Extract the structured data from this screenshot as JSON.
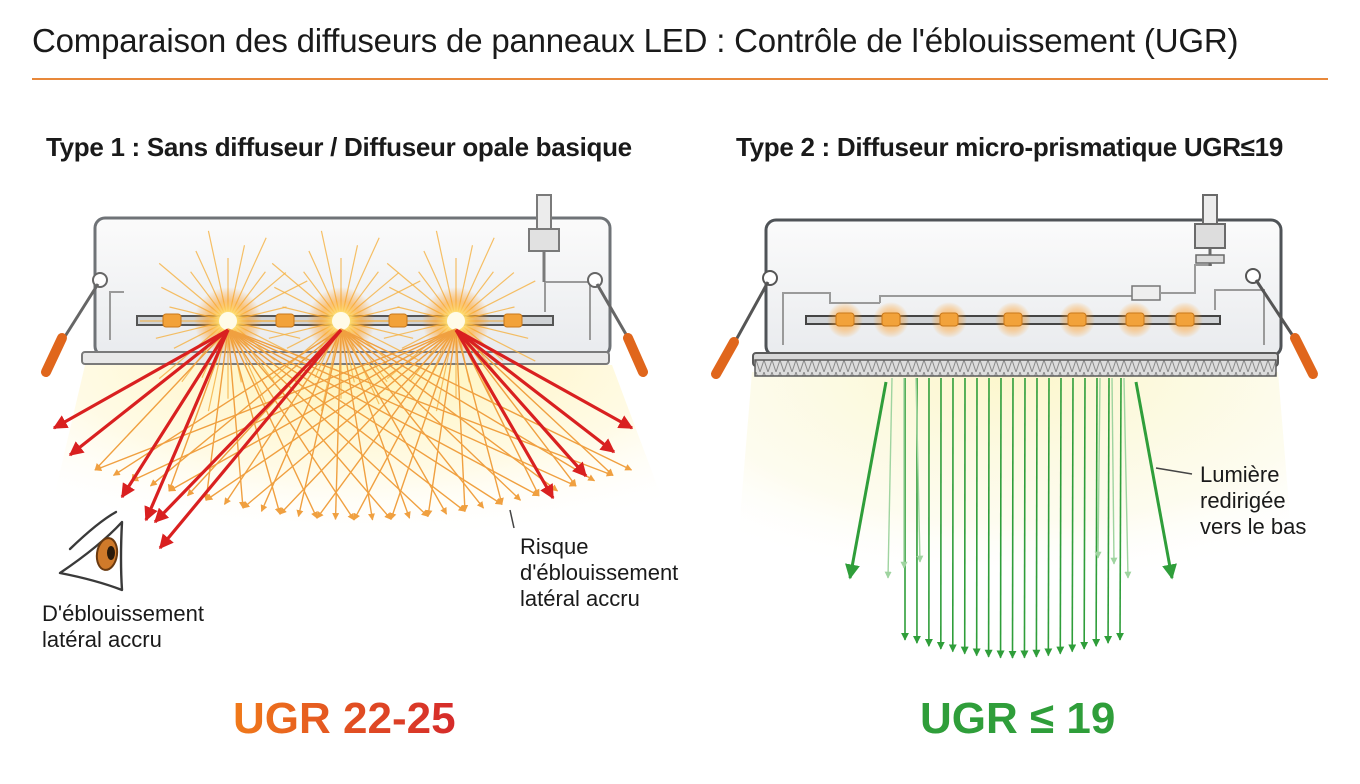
{
  "title": "Comparaison des diffuseurs de panneaux LED : Contrôle de l'éblouissement (UGR)",
  "panels": [
    {
      "heading": "Type 1 : Sans diffuseur / Diffuseur opale basique",
      "ugr_label": "UGR 22-25",
      "note_risk": "Risque\nd'éblouissement\nlatéral accru",
      "note_eye": "D'éblouissement\nlatéral accru",
      "colors": {
        "primary_rays": "#f0a040",
        "glare_rays": "#d92020",
        "label": "#e4572e"
      },
      "icons": [
        "eye-icon"
      ]
    },
    {
      "heading": "Type 2 : Diffuseur micro-prismatique UGR≤19",
      "ugr_label": "UGR ≤ 19",
      "note_redirect": "Lumière\nredirigée\nvers le bas",
      "colors": {
        "rays": "#2f9e3a",
        "label": "#2f9e3a"
      }
    }
  ],
  "colors": {
    "accent_rule": "#e8883a",
    "led_glow": "#ff9a1a",
    "mount_handle": "#e0661c"
  }
}
